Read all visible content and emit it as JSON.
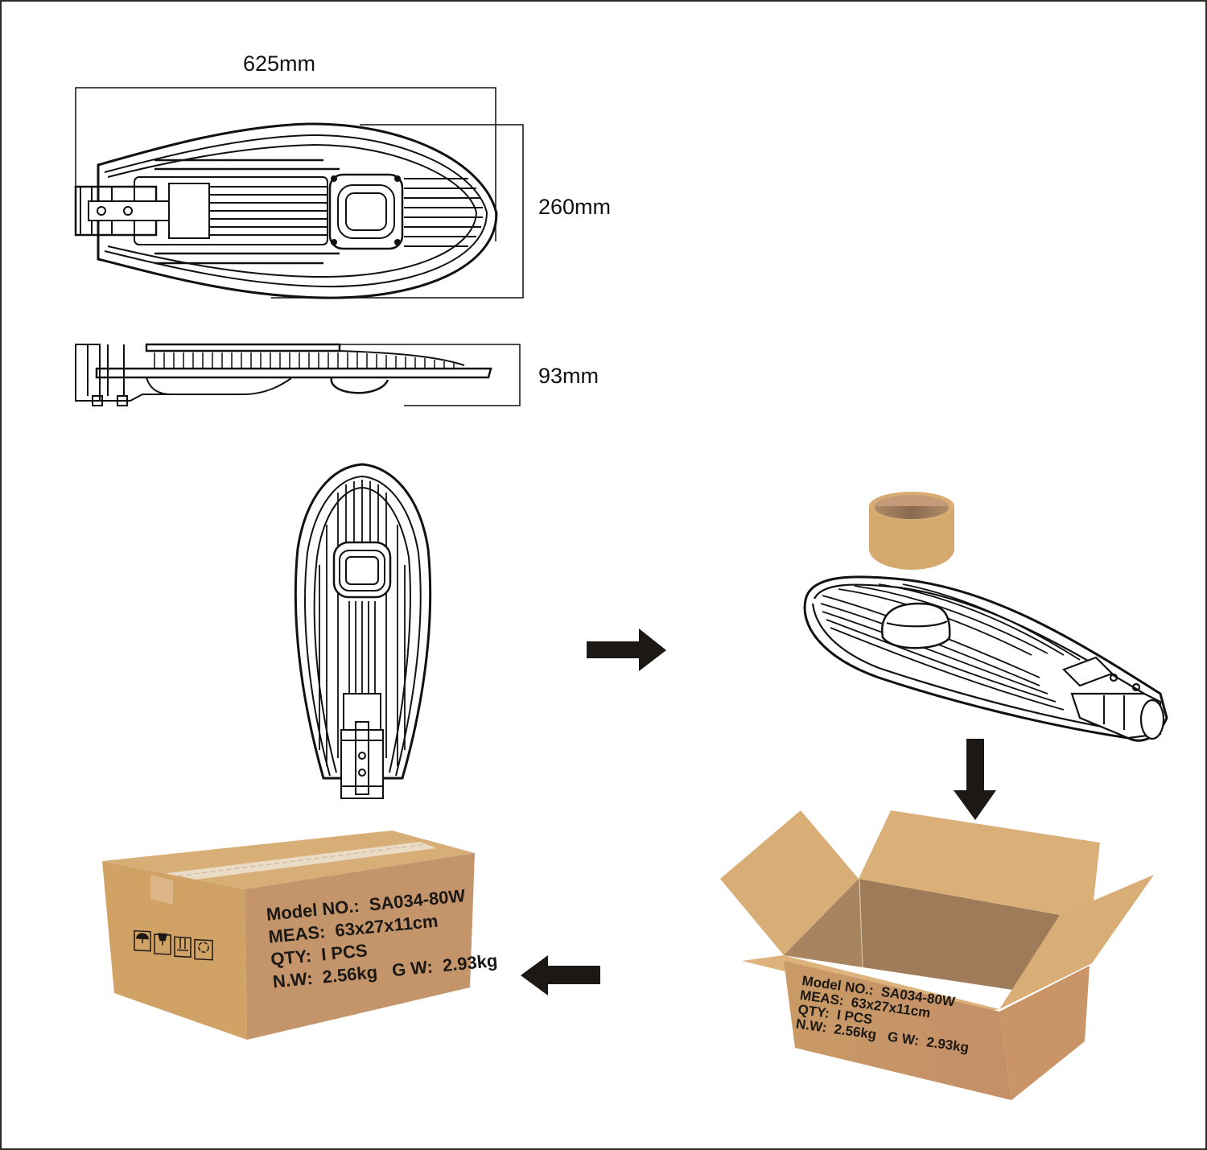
{
  "title": "LED street light dimensions and packaging",
  "dimensions": {
    "length": "625mm",
    "width": "260mm",
    "height": "93mm"
  },
  "steps": [
    {
      "name": "product",
      "arrow": "right"
    },
    {
      "name": "protected-product",
      "arrow": "down"
    },
    {
      "name": "open-carton",
      "arrow": "left"
    },
    {
      "name": "sealed-carton"
    }
  ],
  "carton_label": {
    "model_label": "Model NO.:",
    "model": "SA034-80W",
    "meas_label": "MEAS:",
    "meas": "63x27x11cm",
    "qty_label": "QTY:",
    "qty": "I PCS",
    "nw_label": "N.W:",
    "nw": "2.56kg",
    "gw_label": "G W:",
    "gw": "2.93kg"
  },
  "handling_icons": [
    "keep-dry-icon",
    "fragile-icon",
    "this-way-up-icon",
    "recycle-icon"
  ],
  "colors": {
    "cardboard_top": "#d9ae76",
    "cardboard_side": "#cfa066",
    "cardboard_front": "#c4926a",
    "cardboard_inner": "#a07c5a",
    "tape": "#e8d9c2",
    "ink": "#1c1815",
    "line": "#111111"
  }
}
